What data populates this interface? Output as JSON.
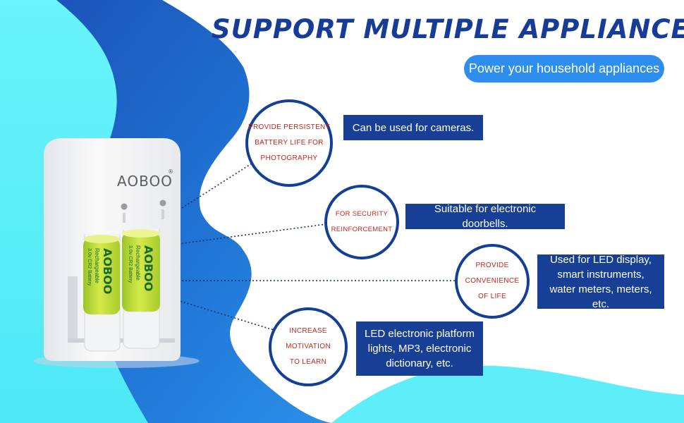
{
  "heading": "SUPPORT MULTIPLE APPLIANCES",
  "subheading": "Power your household appliances",
  "features": [
    {
      "circle": "PROVIDE PERSISTENT\nBATTERY LIFE FOR\nPHOTOGRAPHY",
      "description": "Can be used for cameras."
    },
    {
      "circle": "FOR SECURITY\nREINFORCEMENT",
      "description": "Suitable for electronic doorbells."
    },
    {
      "circle": "PROVIDE\nCONVENIENCE\nOF LIFE",
      "description": "Used for LED display,\nsmart instruments,\nwater meters, meters, etc."
    },
    {
      "circle": "INCREASE\nMOTIVATION\nTO LEARN",
      "description": "LED electronic platform\nlights, MP3, electronic\ndictionary, etc."
    }
  ],
  "product": {
    "charger_brand": "AOBOO",
    "battery_brand": "AOBOO",
    "battery_label": "Rechargeable",
    "battery_spec": "3.0v CR2 Battery"
  },
  "colors": {
    "heading": "#173c98",
    "pill": "#2e8ef0",
    "navy": "#173f96",
    "circle_text": "#c0281c",
    "cyan": "#5ef0fa",
    "blue": "#1f6fd0"
  }
}
